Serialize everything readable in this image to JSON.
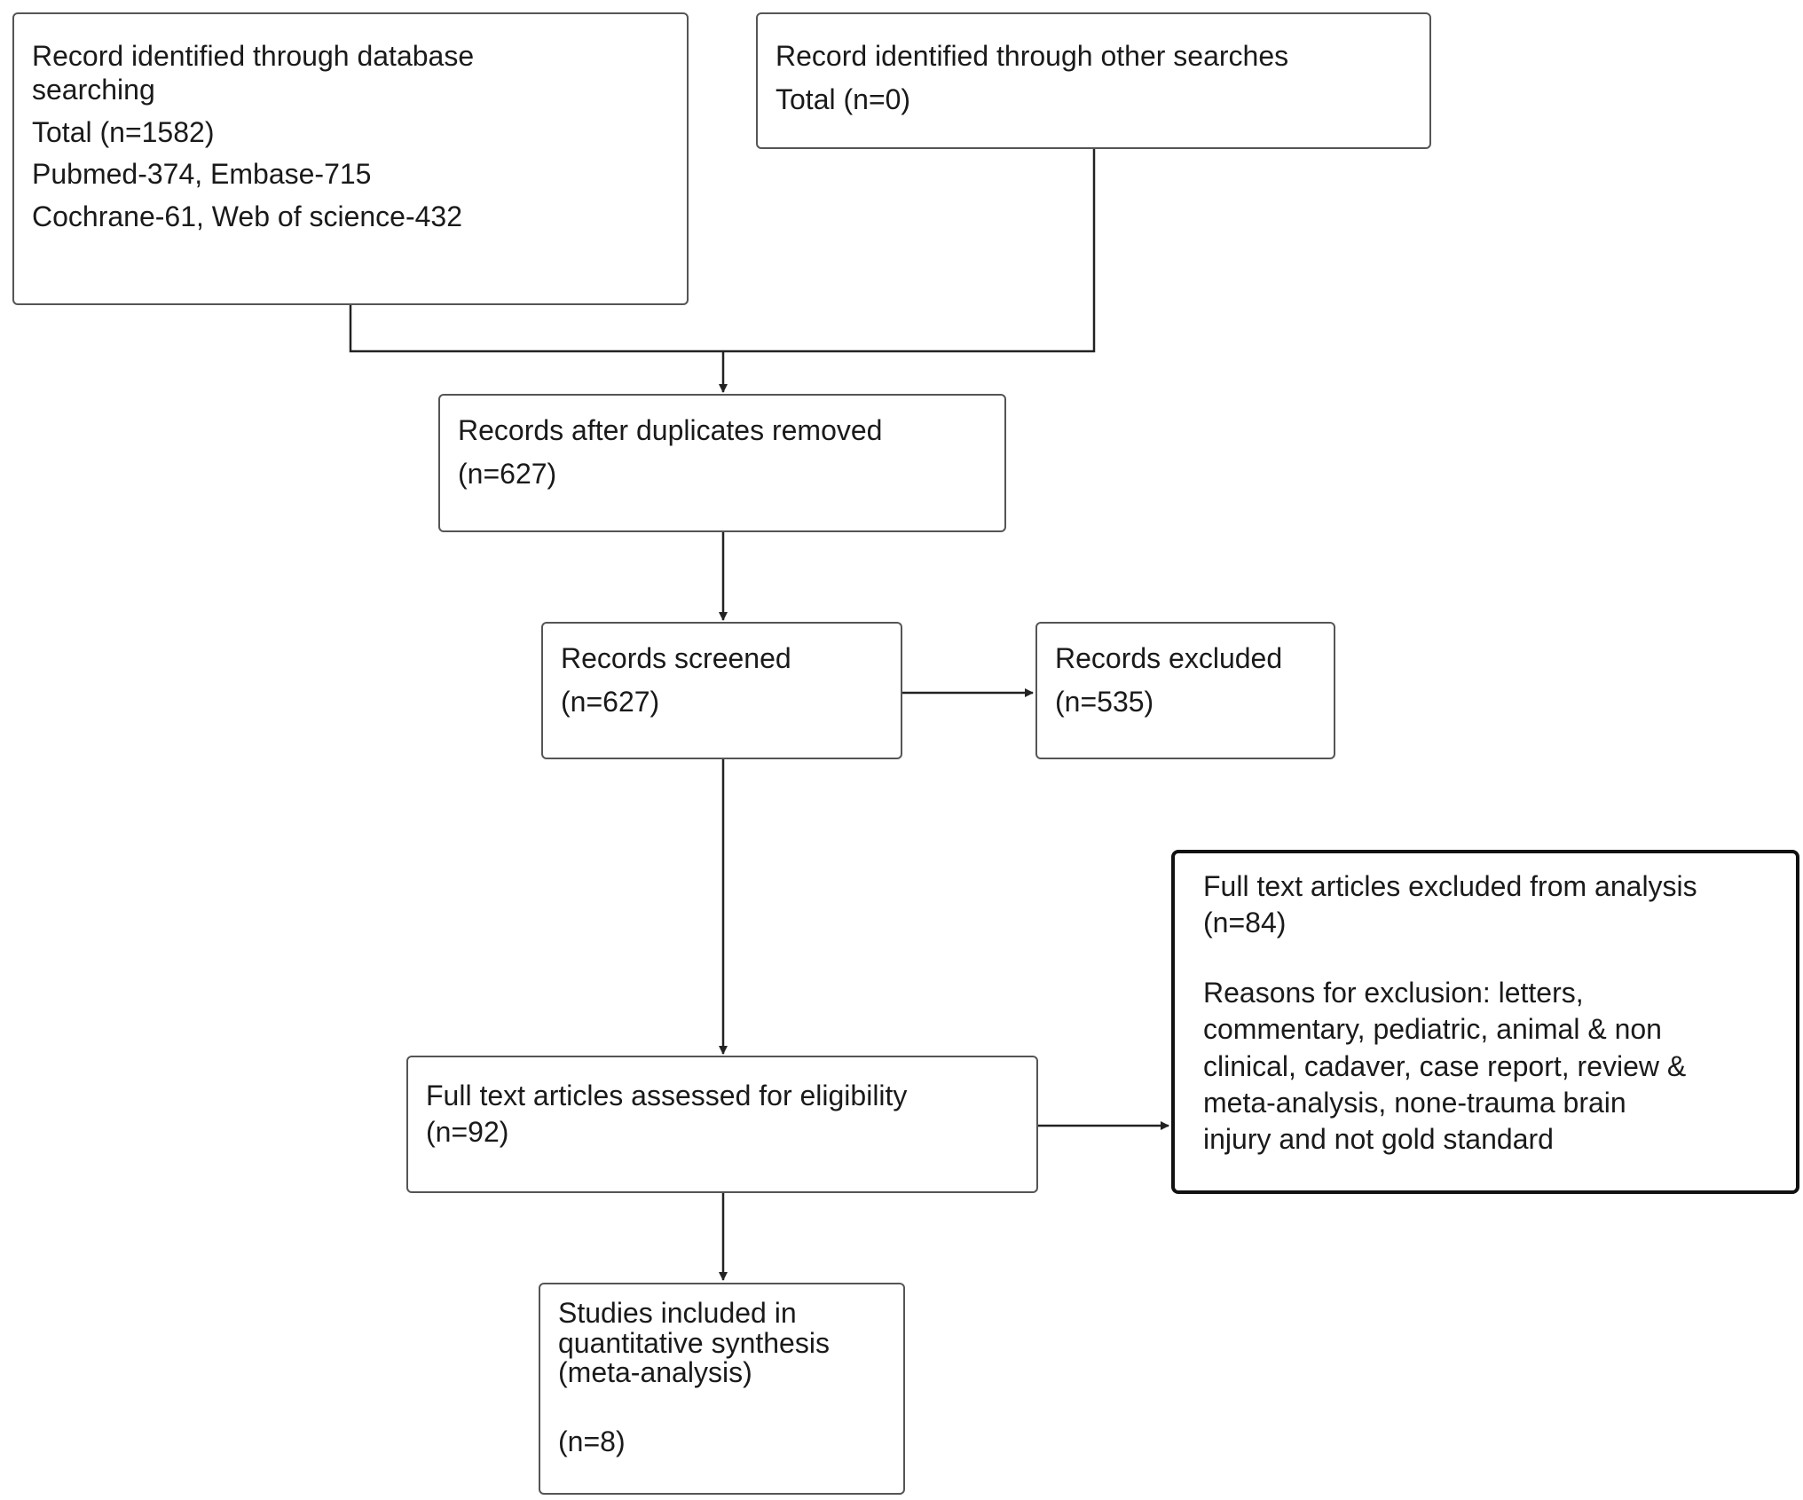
{
  "boxes": {
    "db_search": {
      "title_line1": "Record identified through database",
      "title_line2": "searching",
      "total": "Total (n=1582)",
      "sources_line1": "Pubmed-374, Embase-715",
      "sources_line2": "Cochrane-61, Web of science-432"
    },
    "other_search": {
      "title": "Record identified through other searches",
      "total": "Total (n=0)"
    },
    "duplicates_removed": {
      "title": "Records after duplicates removed",
      "count": "(n=627)"
    },
    "screened": {
      "title": "Records screened",
      "count": "(n=627)"
    },
    "excluded": {
      "title": "Records excluded",
      "count": "(n=535)"
    },
    "full_text_assessed": {
      "title": "Full text articles assessed for eligibility",
      "count": "(n=92)"
    },
    "full_text_excluded": {
      "title": "Full text articles excluded from analysis",
      "count": "(n=84)",
      "reasons": [
        "Reasons for exclusion: letters,",
        "commentary, pediatric, animal & non",
        "clinical, cadaver, case report, review &",
        "meta-analysis, none-trauma brain",
        "injury and not gold standard"
      ]
    },
    "included": {
      "title_lines": [
        "Studies included in",
        "quantitative synthesis",
        "(meta-analysis)"
      ],
      "count": "(n=8)"
    }
  }
}
